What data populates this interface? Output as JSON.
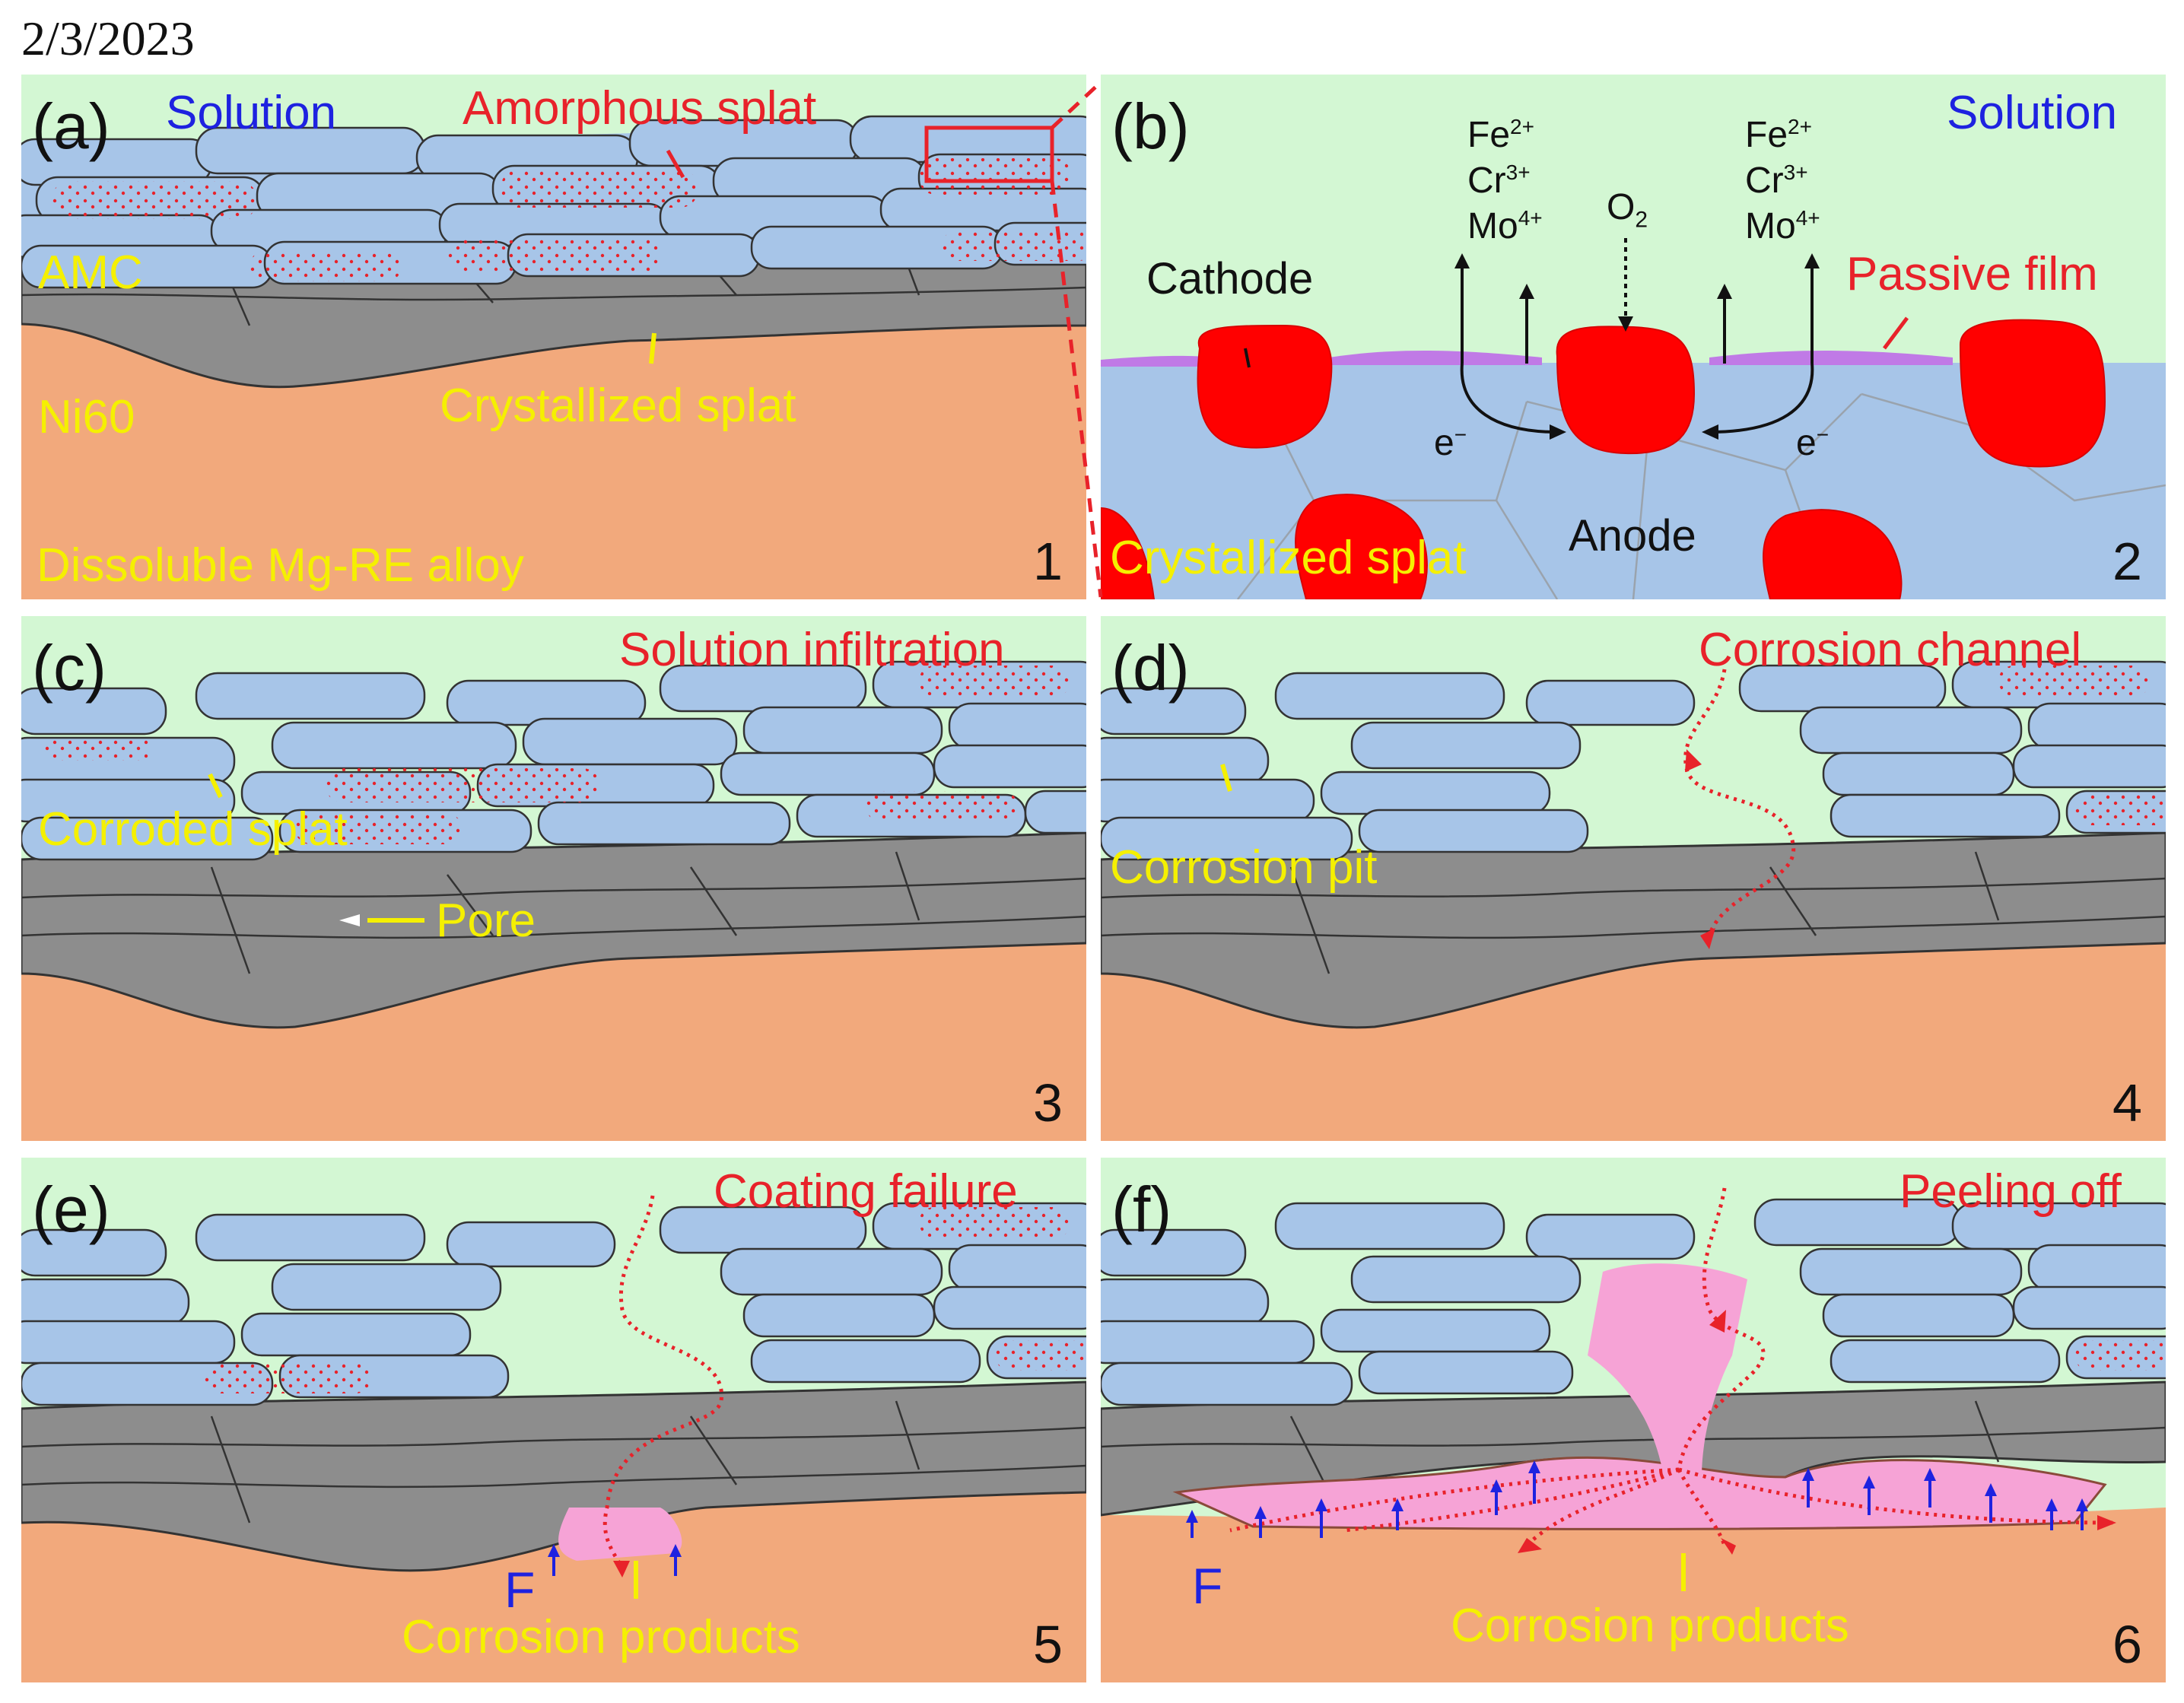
{
  "date": "2/3/2023",
  "panels": [
    {
      "id": "a",
      "letter": "(a)",
      "number": "1",
      "title": "Solution",
      "title2": "Amorphous splat",
      "labels": [
        "AMC",
        "Ni60",
        "Crystallized splat",
        "Dissoluble Mg-RE alloy"
      ]
    },
    {
      "id": "b",
      "letter": "(b)",
      "number": "2",
      "title": "Solution",
      "ions": [
        "Fe",
        "2+",
        "Cr",
        "3+",
        "Mo",
        "4+"
      ],
      "o2": "O",
      "o2_sub": "2",
      "cathode": "Cathode",
      "passive": "Passive film",
      "electron": "e",
      "electron_sup": "−",
      "anode": "Anode",
      "splat": "Crystallized splat"
    },
    {
      "id": "c",
      "letter": "(c)",
      "number": "3",
      "title": "Solution infiltration",
      "labels": [
        "Corroded splat",
        "Pore"
      ]
    },
    {
      "id": "d",
      "letter": "(d)",
      "number": "4",
      "title": "Corrosion channel",
      "labels": [
        "Corrosion pit"
      ]
    },
    {
      "id": "e",
      "letter": "(e)",
      "number": "5",
      "title": "Coating failure",
      "force": "F",
      "labels": [
        "Corrosion products"
      ]
    },
    {
      "id": "f",
      "letter": "(f)",
      "number": "6",
      "title": "Peeling off",
      "force": "F",
      "labels": [
        "Corrosion products"
      ]
    }
  ],
  "colors": {
    "solution": "#d3f7d3",
    "splat": "#a7c5e8",
    "ni60": "#8d8d8d",
    "substrate": "#f2a97c",
    "crystal": "#ff0000",
    "products": "#f6a3d6",
    "passive": "#c07ae6"
  }
}
